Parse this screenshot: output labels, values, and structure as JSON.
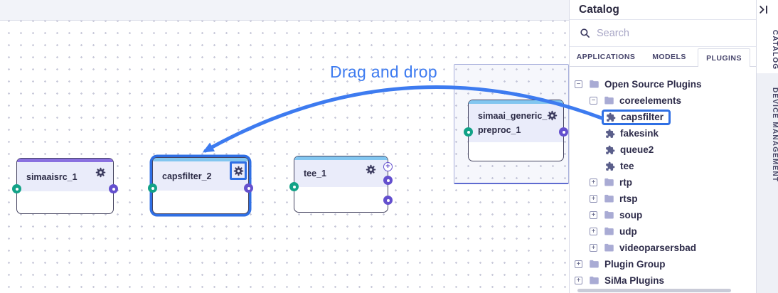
{
  "canvas": {
    "drag_hint": "Drag and drop",
    "nodes": {
      "simaaisrc": {
        "label": "simaaisrc_1",
        "header_color": "#8a70e0"
      },
      "capsfilter": {
        "label": "capsfilter_2",
        "header_color": "#82c6f0",
        "selected": true
      },
      "tee": {
        "label": "tee_1",
        "header_color": "#82c6f0"
      },
      "preproc": {
        "label": "simaai_generic_preproc_1",
        "header_color": "#82c6f0"
      }
    }
  },
  "catalog": {
    "title": "Catalog",
    "search_placeholder": "Search",
    "tabs": {
      "applications": "APPLICATIONS",
      "models": "MODELS",
      "plugins": "PLUGINS"
    },
    "tree": [
      {
        "label": "Open Source Plugins",
        "level": 0,
        "expander": "minus",
        "icon": "folder-icon"
      },
      {
        "label": "coreelements",
        "level": 1,
        "expander": "minus",
        "icon": "folder-icon"
      },
      {
        "label": "capsfilter",
        "level": 2,
        "icon": "puzzle-icon",
        "highlighted": true
      },
      {
        "label": "fakesink",
        "level": 2,
        "icon": "puzzle-icon"
      },
      {
        "label": "queue2",
        "level": 2,
        "icon": "puzzle-icon"
      },
      {
        "label": "tee",
        "level": 2,
        "icon": "puzzle-icon"
      },
      {
        "label": "rtp",
        "level": 1,
        "expander": "plus",
        "icon": "folder-icon"
      },
      {
        "label": "rtsp",
        "level": 1,
        "expander": "plus",
        "icon": "folder-icon"
      },
      {
        "label": "soup",
        "level": 1,
        "expander": "plus",
        "icon": "folder-icon"
      },
      {
        "label": "udp",
        "level": 1,
        "expander": "plus",
        "icon": "folder-icon"
      },
      {
        "label": "videoparsersbad",
        "level": 1,
        "expander": "plus",
        "icon": "folder-icon"
      },
      {
        "label": "Plugin Group",
        "level": 0,
        "expander": "plus",
        "icon": "folder-icon"
      },
      {
        "label": "SiMa Plugins",
        "level": 0,
        "expander": "plus",
        "icon": "folder-icon"
      }
    ]
  },
  "side_tabs": {
    "catalog": "CATALOG",
    "device_management": "DEVICE MANAGEMENT"
  },
  "icons": {
    "search": "search-icon",
    "collapse": "collapse-panel-icon",
    "gear": "gear-icon",
    "folder": "folder-icon",
    "puzzle": "puzzle-icon",
    "add_port": "add-port-icon"
  },
  "colors": {
    "accent_blue": "#2f6fe4",
    "arrow_blue": "#3d7bf0",
    "header_purple": "#8a70e0",
    "header_blue": "#82c6f0",
    "port_green": "#12a287",
    "port_purple": "#6450ce",
    "node_body": "#eaecfa"
  }
}
